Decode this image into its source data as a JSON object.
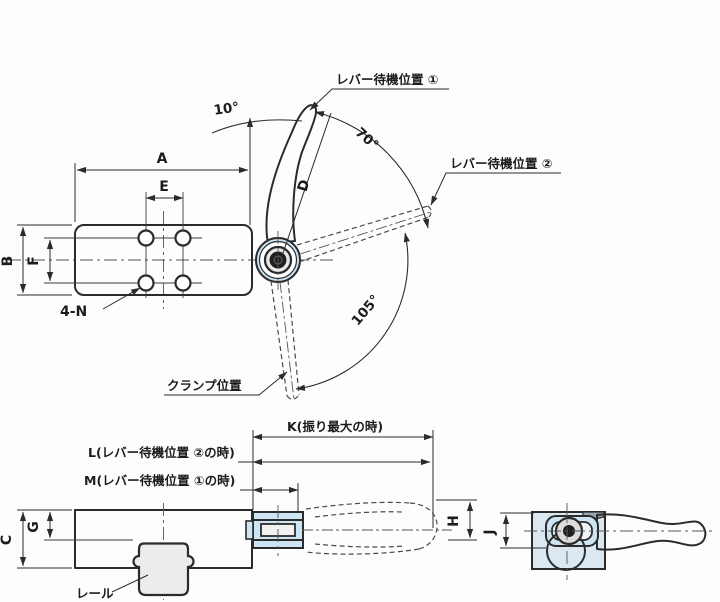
{
  "labels": {
    "lever_standby_1": "レバー待機位置 ①",
    "lever_standby_2": "レバー待機位置 ②",
    "clamp_position": "クランプ位置",
    "rail": "レール",
    "k_dim": "K(振り最大の時)",
    "l_dim": "L(レバー待機位置 ②の時)",
    "m_dim": "M(レバー待機位置 ①の時)",
    "angle_10": "10°",
    "angle_70": "70°",
    "angle_105": "105°",
    "hole_note": "4-N",
    "dim_a": "A",
    "dim_b": "B",
    "dim_c": "C",
    "dim_d": "D",
    "dim_e": "E",
    "dim_f": "F",
    "dim_g": "G",
    "dim_h": "H",
    "dim_j": "J"
  },
  "colors": {
    "body_fill": "#cde4f2",
    "head_fill": "#dbe8f2",
    "slot_fill": "#eef3f7",
    "rail_fill": "#ececea",
    "hub_dark": "#1f1f1f",
    "line": "#2b2b2b"
  }
}
